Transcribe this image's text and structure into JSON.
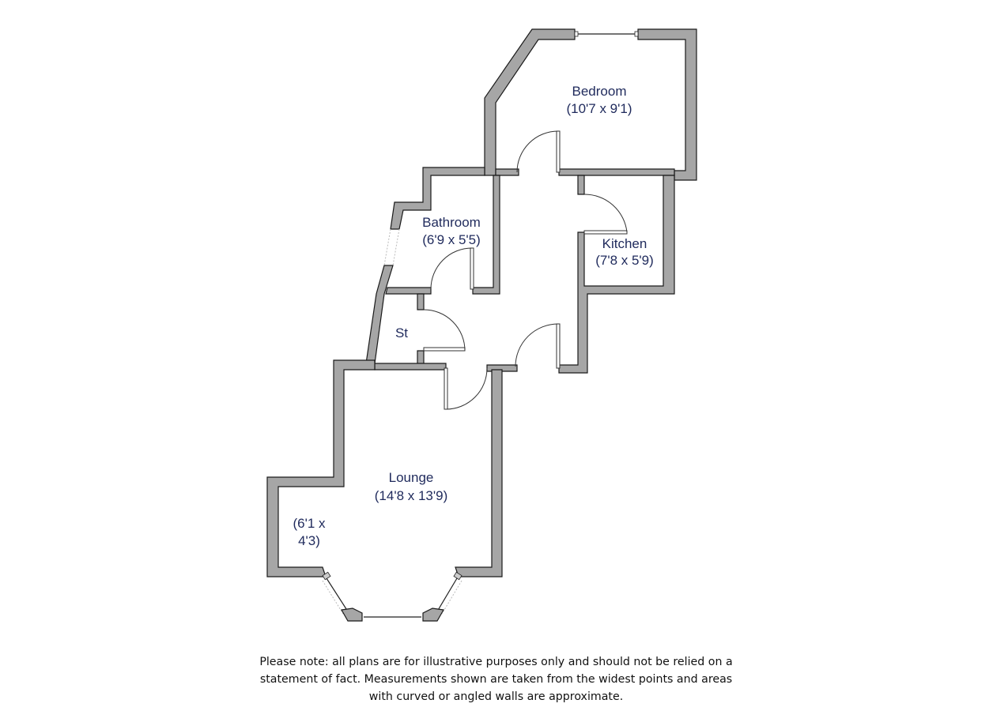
{
  "floorplan": {
    "rooms": [
      {
        "id": "bedroom",
        "name": "Bedroom",
        "dimensions": "(10'7 x 9'1)"
      },
      {
        "id": "bathroom",
        "name": "Bathroom",
        "dimensions": "(6'9 x 5'5)"
      },
      {
        "id": "kitchen",
        "name": "Kitchen",
        "dimensions": "(7'8 x 5'9)"
      },
      {
        "id": "storage",
        "name": "St",
        "dimensions": ""
      },
      {
        "id": "lounge",
        "name": "Lounge",
        "dimensions": "(14'8 x 13'9)"
      },
      {
        "id": "bay",
        "name": "",
        "dimensions_line1": "(6'1 x",
        "dimensions_line2": "4'3)"
      }
    ],
    "colors": {
      "wall_fill": "#a6a6a6",
      "wall_stroke": "#1a1a1a",
      "label_text": "#1f2a5c",
      "background": "#ffffff"
    }
  },
  "disclaimer": {
    "line1": "Please note: all plans are for illustrative purposes only and should not be relied on a",
    "line2": "statement of fact. Measurements shown are taken from the widest points and areas",
    "line3": "with curved or angled walls are approximate."
  }
}
